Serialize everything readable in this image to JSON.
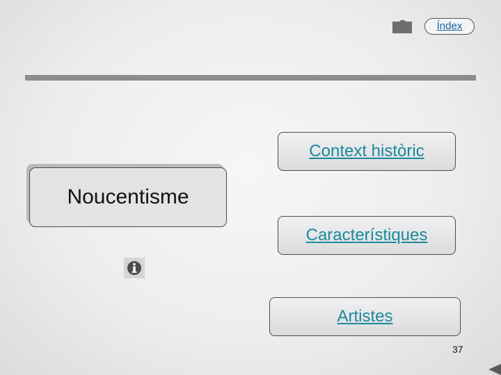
{
  "header": {
    "index_label": "Índex",
    "folder_icon": "folder-icon"
  },
  "title": "Noucentisme",
  "nav": {
    "context": "Context històric",
    "features": "Característiques",
    "artists": "Artistes"
  },
  "info_icon": "info-icon",
  "page_number": "37",
  "back_icon": "back-arrow-icon",
  "colors": {
    "link": "#1a8a9a",
    "index_link": "#1a5fa8",
    "divider": "#8c8c8c",
    "card": "#e3e3e6"
  }
}
